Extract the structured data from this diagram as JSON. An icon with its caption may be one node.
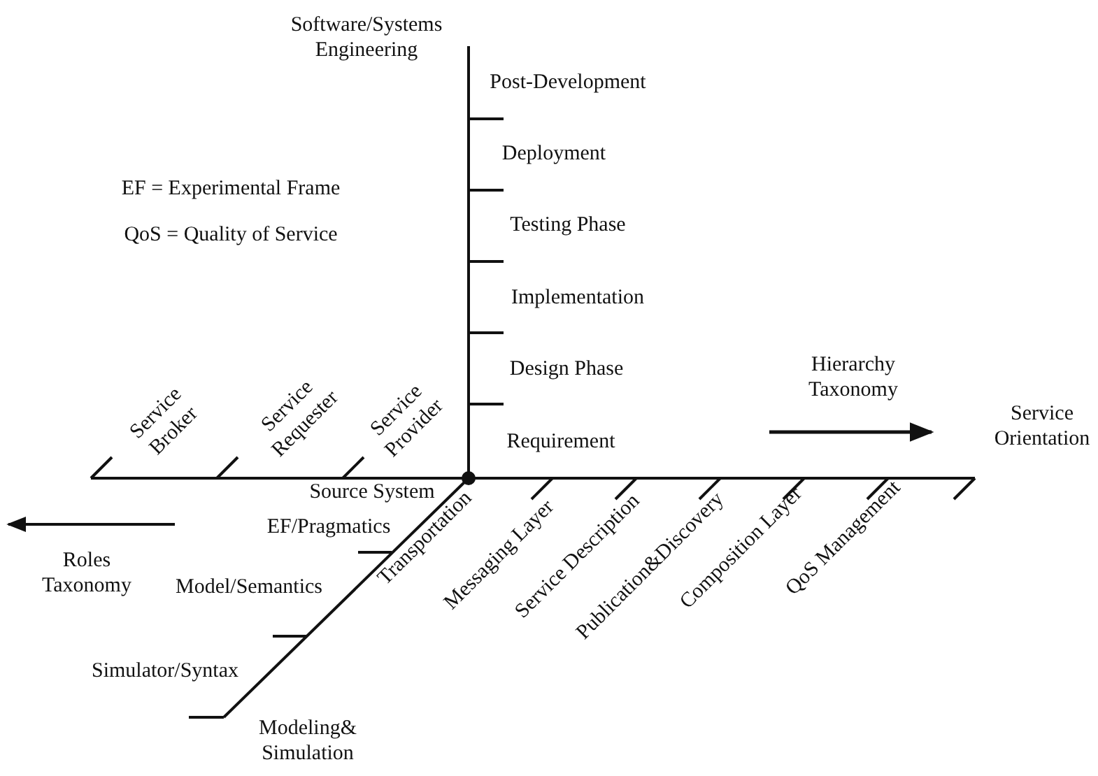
{
  "diagram": {
    "labels": [
      "Software/Systems Engineering",
      "Post-Development",
      "Deployment",
      "Testing Phase",
      "Implementation",
      "Design Phase",
      "Requirement",
      "EF = Experimental Frame",
      "QoS = Quality of Service",
      "Hierarchy Taxonomy",
      "Service Orientation",
      "Service Broker",
      "Service Requester",
      "Service Provider",
      "Source System",
      "EF/Pragmatics",
      "Model/Semantics",
      "Simulator/Syntax",
      "Modeling& Simulation",
      "Roles Taxonomy",
      "Transportation",
      "Messaging Layer",
      "Service Description",
      "Publication&Discovery",
      "Composition Layer",
      "QoS Management"
    ]
  }
}
